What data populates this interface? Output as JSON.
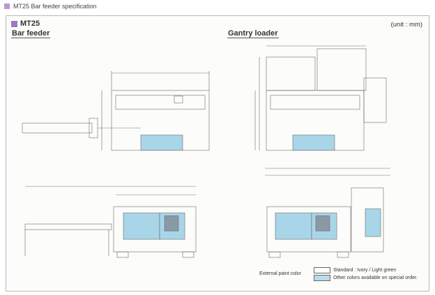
{
  "header": {
    "title": "MT25 Bar feeder specification"
  },
  "panel": {
    "model": "MT25",
    "unit_label": "(unit : mm)",
    "sections": {
      "left": "Bar feeder",
      "right": "Gantry loader"
    }
  },
  "legend": {
    "label": "External paint color",
    "standard": "Standard : Ivory / Light green",
    "other": "Other colors available on special order.",
    "standard_color": "#ffffff",
    "other_color": "#b8dcea"
  },
  "colors": {
    "machine_blue": "#a9d5e8",
    "line": "#6a6a6a",
    "accent": "#a07ac0"
  }
}
